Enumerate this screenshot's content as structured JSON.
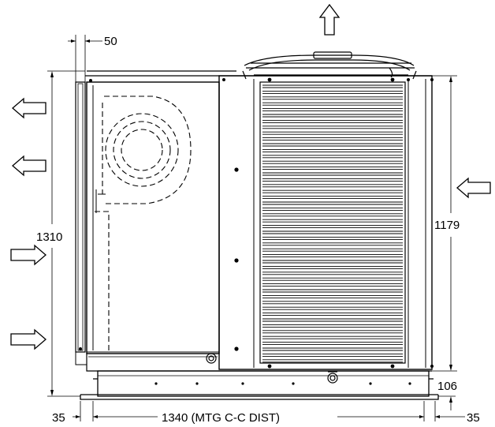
{
  "dimensions": {
    "top_offset": "50",
    "overall_height": "1310",
    "coil_height": "1179",
    "base_height": "106",
    "mount_offset_left": "35",
    "mount_distance": "1340 (MTG C-C DIST)",
    "mount_offset_right": "35"
  },
  "airflow_arrows": [
    {
      "direction": "up"
    },
    {
      "direction": "left"
    },
    {
      "direction": "left"
    },
    {
      "direction": "right"
    },
    {
      "direction": "right"
    },
    {
      "direction": "left"
    }
  ]
}
